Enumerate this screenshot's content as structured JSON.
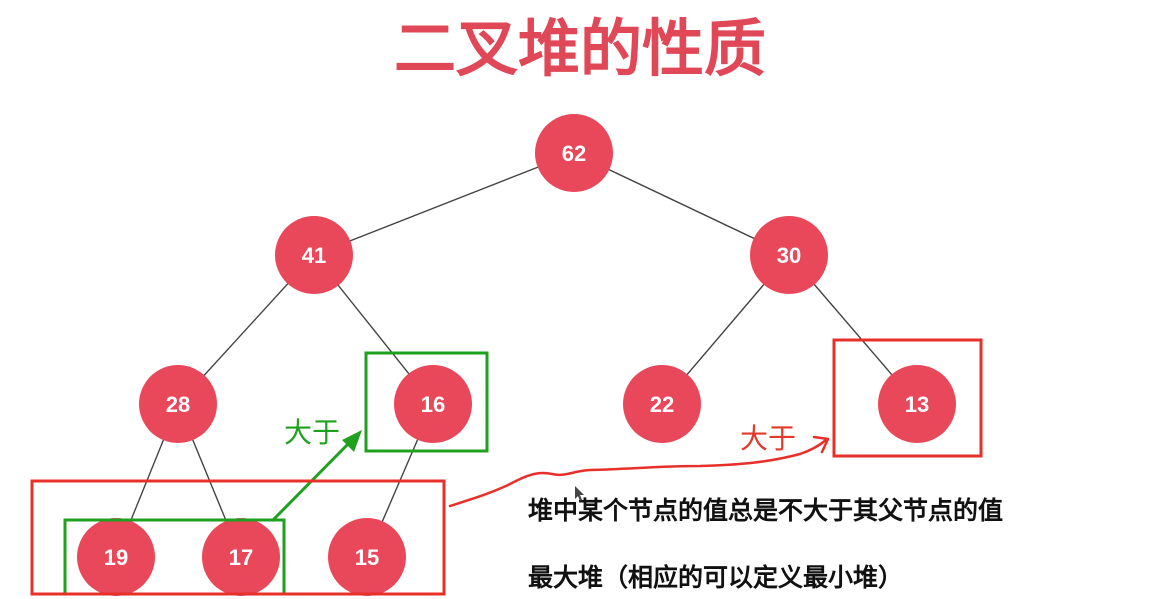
{
  "title": "二叉堆的性质",
  "nodes": {
    "root": "62",
    "l1_left": "41",
    "l1_right": "30",
    "l2_a": "28",
    "l2_b": "16",
    "l2_c": "22",
    "l2_d": "13",
    "l3_a": "19",
    "l3_b": "17",
    "l3_c": "15"
  },
  "annotations": {
    "greater_than_green": "大于",
    "greater_than_red": "大于"
  },
  "notes": {
    "property": "堆中某个节点的值总是不大于其父节点的值",
    "max_heap": "最大堆（相应的可以定义最小堆）"
  },
  "colors": {
    "node": "#e8485a",
    "title": "#e04858",
    "green_annotation": "#1fa01f",
    "red_annotation": "#e03a2a"
  }
}
